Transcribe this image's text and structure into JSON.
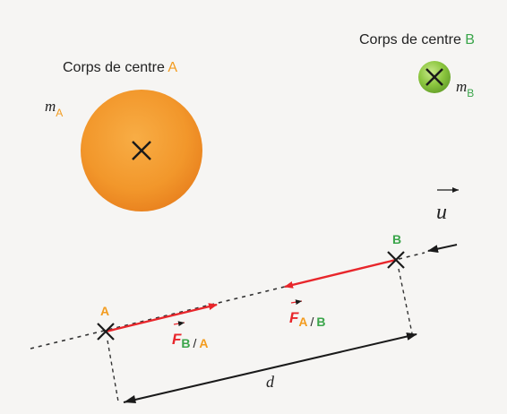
{
  "colors": {
    "bodyA": "#f2972b",
    "bodyB": "#8cc63f",
    "labelA": "#f39c1f",
    "labelB": "#3aa54a",
    "force": "#e8262b",
    "ink": "#222222",
    "background": "#f6f5f3"
  },
  "bodyA": {
    "prefix": "Corps de centre ",
    "letter": "A",
    "mass_symbol": "m",
    "mass_sub": "A",
    "marker_icon": "cross-marker"
  },
  "bodyB": {
    "prefix": "Corps de centre ",
    "letter": "B",
    "mass_symbol": "m",
    "mass_sub": "B",
    "marker_icon": "cross-marker"
  },
  "points": {
    "A": "A",
    "B": "B"
  },
  "forces": {
    "on_A": {
      "symbol": "F",
      "sub1": "B",
      "slash": "/",
      "sub2": "A"
    },
    "on_B": {
      "symbol": "F",
      "sub1": "A",
      "slash": "/",
      "sub2": "B"
    }
  },
  "unit_vector": {
    "symbol": "u"
  },
  "distance": {
    "symbol": "d"
  }
}
